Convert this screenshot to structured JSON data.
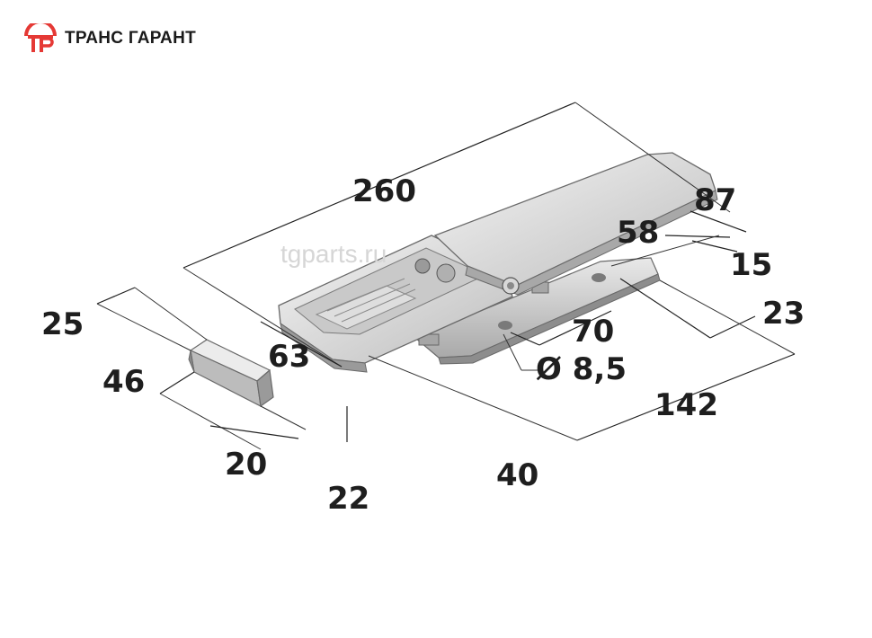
{
  "brand": {
    "name": "ТРАНС ГАРАНТ",
    "logo_color": "#e53935"
  },
  "watermark": "tgparts.ru",
  "dimensions": {
    "overall_length": "260",
    "width_top": "87",
    "hole_spacing_a": "58",
    "edge_offset": "15",
    "plate_width": "23",
    "hole_distance": "70",
    "hole_diameter": "Ø 8,5",
    "base_length": "142",
    "lever_width": "63",
    "bottom_offset": "40",
    "keeper_height": "25",
    "keeper_length": "46",
    "keeper_width": "20",
    "keeper_depth": "22"
  }
}
